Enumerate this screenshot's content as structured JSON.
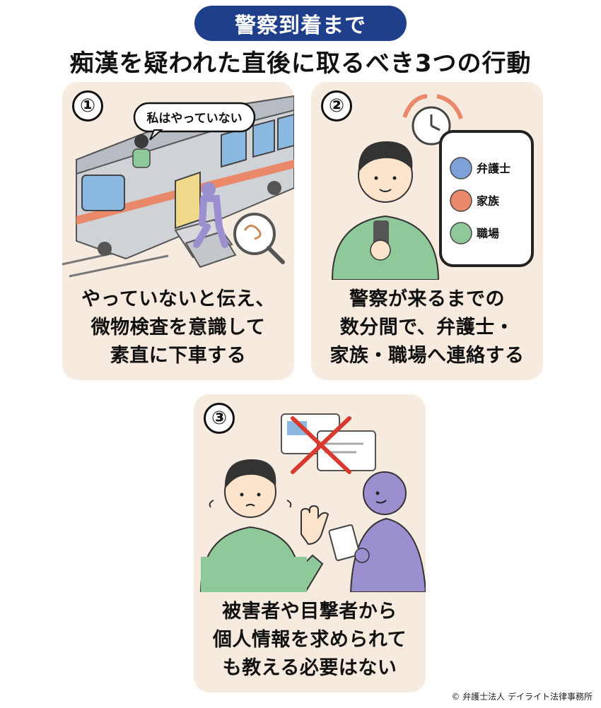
{
  "header": {
    "badge": "警察到着まで",
    "title": "痴漢を疑われた直後に取るべき3つの行動"
  },
  "cards": [
    {
      "number": "①",
      "speech": "私はやっていない",
      "caption": [
        "やっていないと伝え、",
        "微物検査を意識して",
        "素直に下車する"
      ]
    },
    {
      "number": "②",
      "contacts": [
        "弁護士",
        "家族",
        "職場"
      ],
      "caption": [
        "警察が来るまでの",
        "数分間で、弁護士・",
        "家族・職場へ連絡する"
      ]
    },
    {
      "number": "③",
      "caption": [
        "被害者や目撃者から",
        "個人情報を求められて",
        "も教える必要はない"
      ]
    }
  ],
  "footer": {
    "copyright": "© 弁護士法人 デイライト法律事務所"
  },
  "colors": {
    "badge": "#1f3f8a",
    "card": "#f7ebe0",
    "green": "#8fc99a",
    "purple": "#9b8fd0",
    "red": "#d93a2f"
  }
}
